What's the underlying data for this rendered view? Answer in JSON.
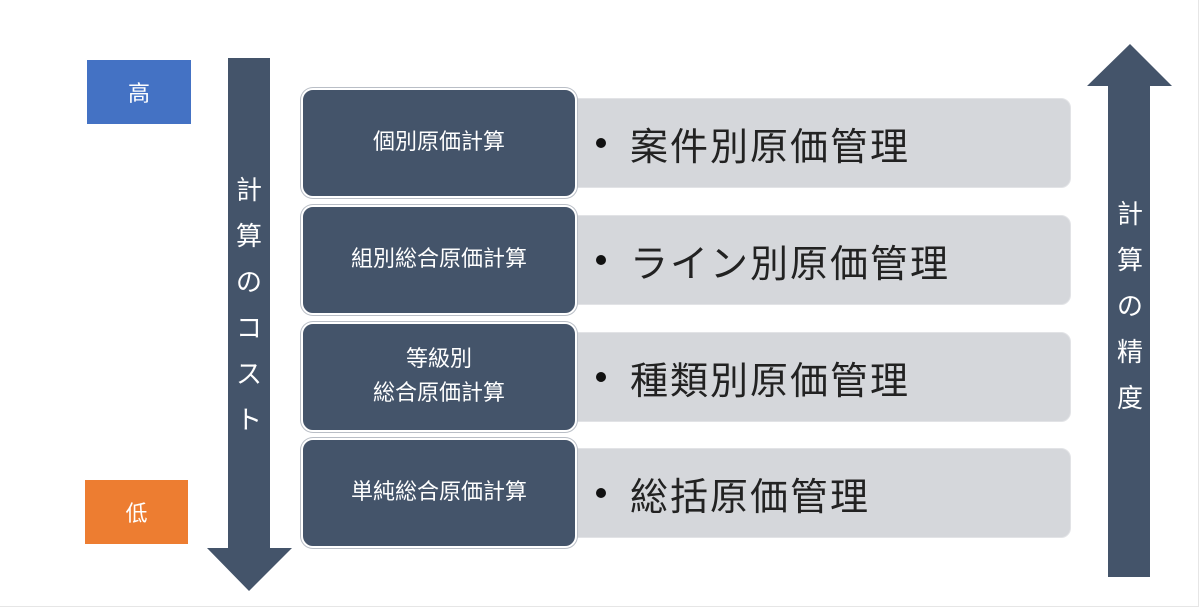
{
  "left_axis": {
    "high_label": "高",
    "low_label": "低",
    "chars": [
      "計",
      "算",
      "の",
      "コ",
      "ス",
      "ト"
    ]
  },
  "right_axis": {
    "chars": [
      "計",
      "算",
      "の",
      "精",
      "度"
    ]
  },
  "rows": [
    {
      "method_lines": [
        "個別原価計算"
      ],
      "management": "案件別原価管理"
    },
    {
      "method_lines": [
        "組別総合原価計算"
      ],
      "management": "ライン別原価管理"
    },
    {
      "method_lines": [
        "等級別",
        "総合原価計算"
      ],
      "management": "種類別原価管理"
    },
    {
      "method_lines": [
        "単純総合原価計算"
      ],
      "management": "総括原価管理"
    }
  ],
  "colors": {
    "arrow": "#44546a",
    "method_box": "#44546a",
    "management_bar": "#d5d7db",
    "high_badge": "#4472c4",
    "low_badge": "#ed7d31"
  }
}
